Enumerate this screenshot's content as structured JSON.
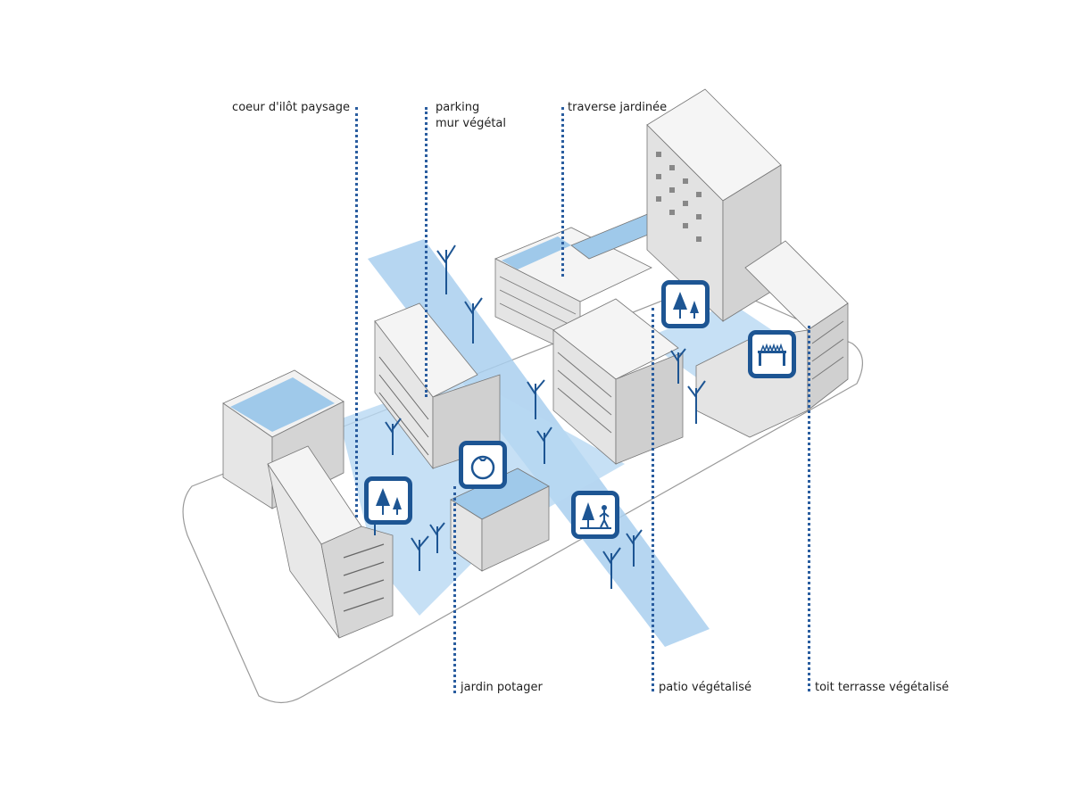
{
  "colors": {
    "accent": "#1d5593",
    "plaza": "#9fc9ea",
    "building": "#e8e8e8",
    "building_shade": "#cfcfcf",
    "outline": "#555555"
  },
  "labels": {
    "coeur_ilot": "coeur d'ilôt paysage",
    "parking_line1": "parking",
    "parking_line2": "mur végétal",
    "traverse": "traverse jardinée",
    "jardin": "jardin potager",
    "patio": "patio végétalisé",
    "toit": "toit terrasse végétalisé"
  },
  "icons": {
    "trees_left": "trees-icon",
    "tomato": "tomato-icon",
    "tree_person": "tree-walker-icon",
    "trees_right": "trees-icon",
    "green_roof": "green-roof-icon"
  }
}
